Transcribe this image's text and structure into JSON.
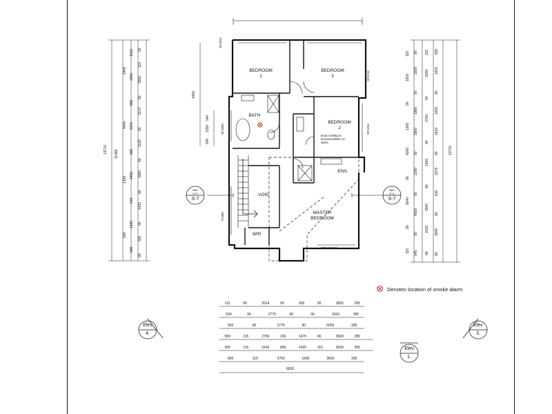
{
  "rooms": {
    "bedroom1": "BEDROOM\n1",
    "bedroom3": "BEDROOM\n3",
    "bedroom2": "BEDROOM\n2",
    "bath": "BATH",
    "ens": "ENS.",
    "void": "VOID",
    "master": "MASTER\nBEDROOM",
    "wir": "WIR"
  },
  "notes": {
    "drop_ceiling": "Drop Ceiling to\naccommodate AC\nducts",
    "sf1": "SF1812",
    "sf2": "SF1216",
    "sf3": "SF1216",
    "sf4": "F1360",
    "sf5": "SF1860",
    "ar": "ARTAF2420"
  },
  "legend": {
    "text": "Denotes location of smoke alarm"
  },
  "section_markers": {
    "left": {
      "top": "Sec\nA-A",
      "bottom": "S-7"
    },
    "right": {
      "top": "Sec\nA-A",
      "bottom": "S-7"
    }
  },
  "elevations": {
    "e4": {
      "top": "Elev",
      "bottom": "4."
    },
    "e3": {
      "top": "Elev",
      "bottom": "3."
    },
    "e1": {
      "top": "Elev",
      "bottom": "1."
    }
  },
  "dims_bottom": {
    "row1": [
      "115",
      "90",
      "3914",
      "90",
      "930",
      "90",
      "2825",
      "285"
    ],
    "row2": [
      "500",
      "90",
      "2775",
      "90",
      "90",
      "3916",
      "285"
    ],
    "row3": [
      "500",
      "90",
      "2775",
      "90",
      "5055",
      "285"
    ],
    "row4": [
      "500",
      "115",
      "2750",
      "200",
      "1670",
      "90",
      "3500",
      "285"
    ],
    "row5": [
      "500",
      "115",
      "2410",
      "800",
      "1425",
      "115",
      "3030",
      "355"
    ],
    "row6": [
      "500",
      "115",
      "2750",
      "1665",
      "3500",
      "285"
    ],
    "total": "8630"
  },
  "dims_left": {
    "c1": [
      "13710"
    ],
    "c2": [
      "11485"
    ],
    "c3": [
      "3440",
      "4445",
      "1325",
      "600"
    ],
    "c4": [
      "1210",
      "3200",
      "850",
      "3170",
      "800",
      "4450",
      "610",
      "1425",
      "500"
    ],
    "c5": [
      "90",
      "115",
      "3200",
      "90",
      "3170",
      "90",
      "1100",
      "90",
      "3350",
      "90",
      "1425",
      "90",
      "500",
      "90"
    ],
    "c6": [
      "4460"
    ],
    "c7": [
      "540",
      "1050",
      "540"
    ]
  },
  "dims_right": {
    "c1": [
      "115",
      "1810",
      "90",
      "1200",
      "4260",
      "90",
      "5640",
      "90",
      "115"
    ],
    "c2": [
      "90",
      "3200",
      "90",
      "1890",
      "1800",
      "90",
      "1000",
      "90",
      "4550",
      "90",
      "545"
    ],
    "c3": [
      "115",
      "3200",
      "90",
      "3790",
      "90",
      "1000",
      "90",
      "3550",
      "2015",
      "90"
    ],
    "c4": [
      "830",
      "1810",
      "90",
      "1630",
      "1810",
      "90",
      "2075",
      "810",
      "90",
      "3945",
      "90"
    ],
    "c5": [
      "13710"
    ]
  }
}
